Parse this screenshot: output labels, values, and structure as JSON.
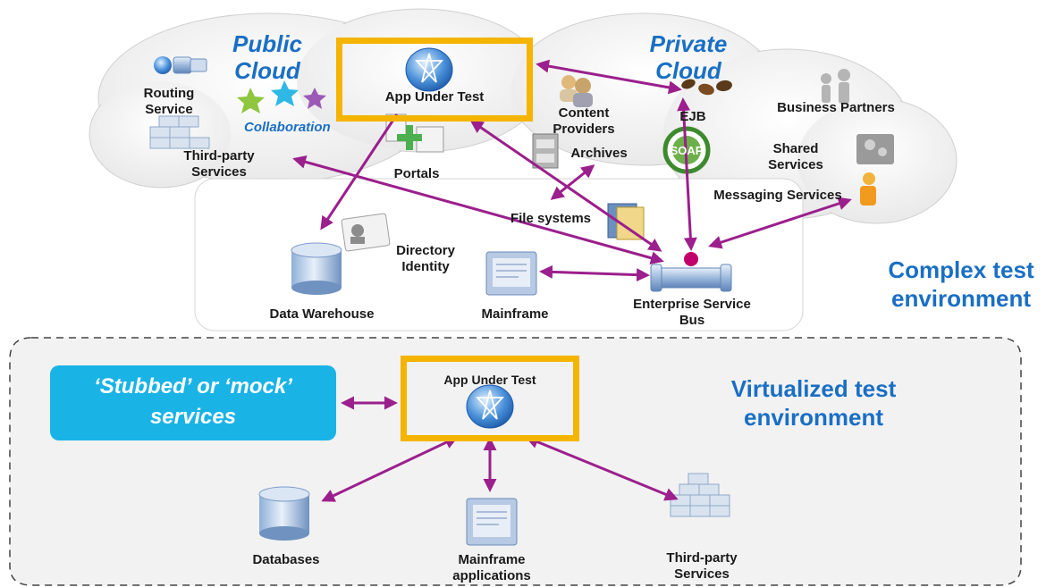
{
  "colors": {
    "accent_blue": "#1a6fc4",
    "arrow_purple": "#9b1f8c",
    "highlight_orange": "#f5b400",
    "stub_cyan": "#1ab3e6"
  },
  "complex_env": {
    "title_line1": "Complex test",
    "title_line2": "environment",
    "public_cloud": {
      "line1": "Public",
      "line2": "Cloud"
    },
    "private_cloud": {
      "line1": "Private",
      "line2": "Cloud"
    },
    "app_under_test": "App Under Test",
    "routing_service": {
      "line1": "Routing",
      "line2": "Service"
    },
    "collaboration": "Collaboration",
    "third_party": {
      "line1": "Third-party",
      "line2": "Services"
    },
    "portals": "Portals",
    "content_providers": {
      "line1": "Content",
      "line2": "Providers"
    },
    "archives": "Archives",
    "ejb": "EJB",
    "business_partners": "Business Partners",
    "shared_services": {
      "line1": "Shared",
      "line2": "Services"
    },
    "messaging_services": "Messaging Services",
    "file_systems": "File systems",
    "directory_identity": {
      "line1": "Directory",
      "line2": "Identity"
    },
    "data_warehouse": "Data Warehouse",
    "mainframe": "Mainframe",
    "esb": {
      "line1": "Enterprise Service",
      "line2": "Bus"
    },
    "soap_badge": "SOAP"
  },
  "virtual_env": {
    "title_line1": "Virtualized test",
    "title_line2": "environment",
    "app_under_test": "App Under Test",
    "stub": {
      "line1": "‘Stubbed’ or ‘mock’",
      "line2": "services"
    },
    "databases": "Databases",
    "mainframe_apps": {
      "line1": "Mainframe",
      "line2": "applications"
    },
    "third_party": {
      "line1": "Third-party",
      "line2": "Services"
    }
  }
}
